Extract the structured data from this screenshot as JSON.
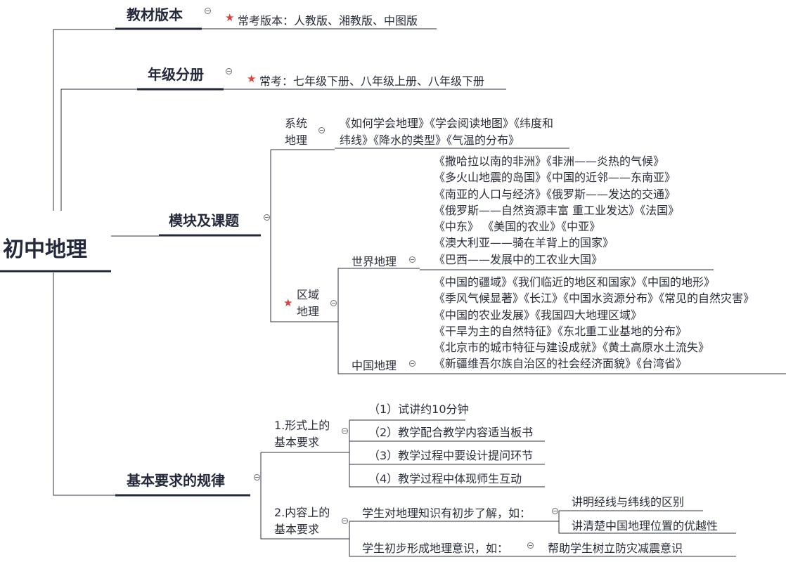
{
  "root": {
    "label": "初中地理"
  },
  "editions": {
    "label": "教材版本",
    "note": "常考版本：人教版、湘教版、中图版"
  },
  "grades": {
    "label": "年级分册",
    "note": "常考：七年级下册、八年级上册、八年级下册"
  },
  "modules": {
    "label": "模块及课题",
    "system": {
      "label_lines": [
        "系统",
        "地理"
      ],
      "topic_lines": [
        "《如何学会地理》《学会阅读地图》《纬度和",
        "纬线》《降水的类型》《气温的分布》"
      ]
    },
    "region": {
      "label_lines": [
        "区域",
        "地理"
      ],
      "world": {
        "label": "世界地理",
        "lines": [
          "《撒哈拉以南的非洲》《非洲——炎热的气候》",
          "《多火山地震的岛国》《中国的近邻——东南亚》",
          "《南亚的人口与经济》《俄罗斯——发达的交通》",
          "《俄罗斯——自然资源丰富 重工业发达》《法国》",
          "《中东》 《美国的农业》《中亚》",
          "《澳大利亚——骑在羊背上的国家》",
          "《巴西——发展中的工农业大国》"
        ]
      },
      "china": {
        "label": "中国地理",
        "lines": [
          "《中国的疆域》《我们临近的地区和国家》《中国的地形》",
          "《季风气候显著》《长江》《中国水资源分布》《常见的自然灾害》",
          "《中国的农业发展》《我国四大地理区域》",
          "《干旱为主的自然特征》《东北重工业基地的分布》",
          "《北京市的城市特征与建设成就》《黄土高原水土流失》",
          "《新疆维吾尔族自治区的社会经济面貌》《台湾省》"
        ]
      }
    }
  },
  "rules": {
    "label": "基本要求的规律",
    "form": {
      "label_lines": [
        "1.形式上的",
        "基本要求"
      ],
      "items": [
        "（1）试讲约10分钟",
        "（2）教学配合教学内容适当板书",
        "（3）教学过程中要设计提问环节",
        "（4）教学过程中体现师生互动"
      ]
    },
    "content": {
      "label_lines": [
        "2.内容上的",
        "基本要求"
      ],
      "knowledge": {
        "label": "学生对地理知识有初步了解，如：",
        "items": [
          "讲明经线与纬线的区别",
          "讲清楚中国地理位置的优越性"
        ]
      },
      "awareness": {
        "label": "学生初步形成地理意识，如：",
        "items": [
          "帮助学生树立防灾减震意识"
        ]
      }
    }
  },
  "colors": {
    "dark": "#23283a",
    "line": "#2f3340",
    "star": "#e0403a",
    "collapse": "#6a6e78"
  },
  "icons": {
    "collapse": "collapse-circle-icon",
    "star": "star-icon"
  }
}
